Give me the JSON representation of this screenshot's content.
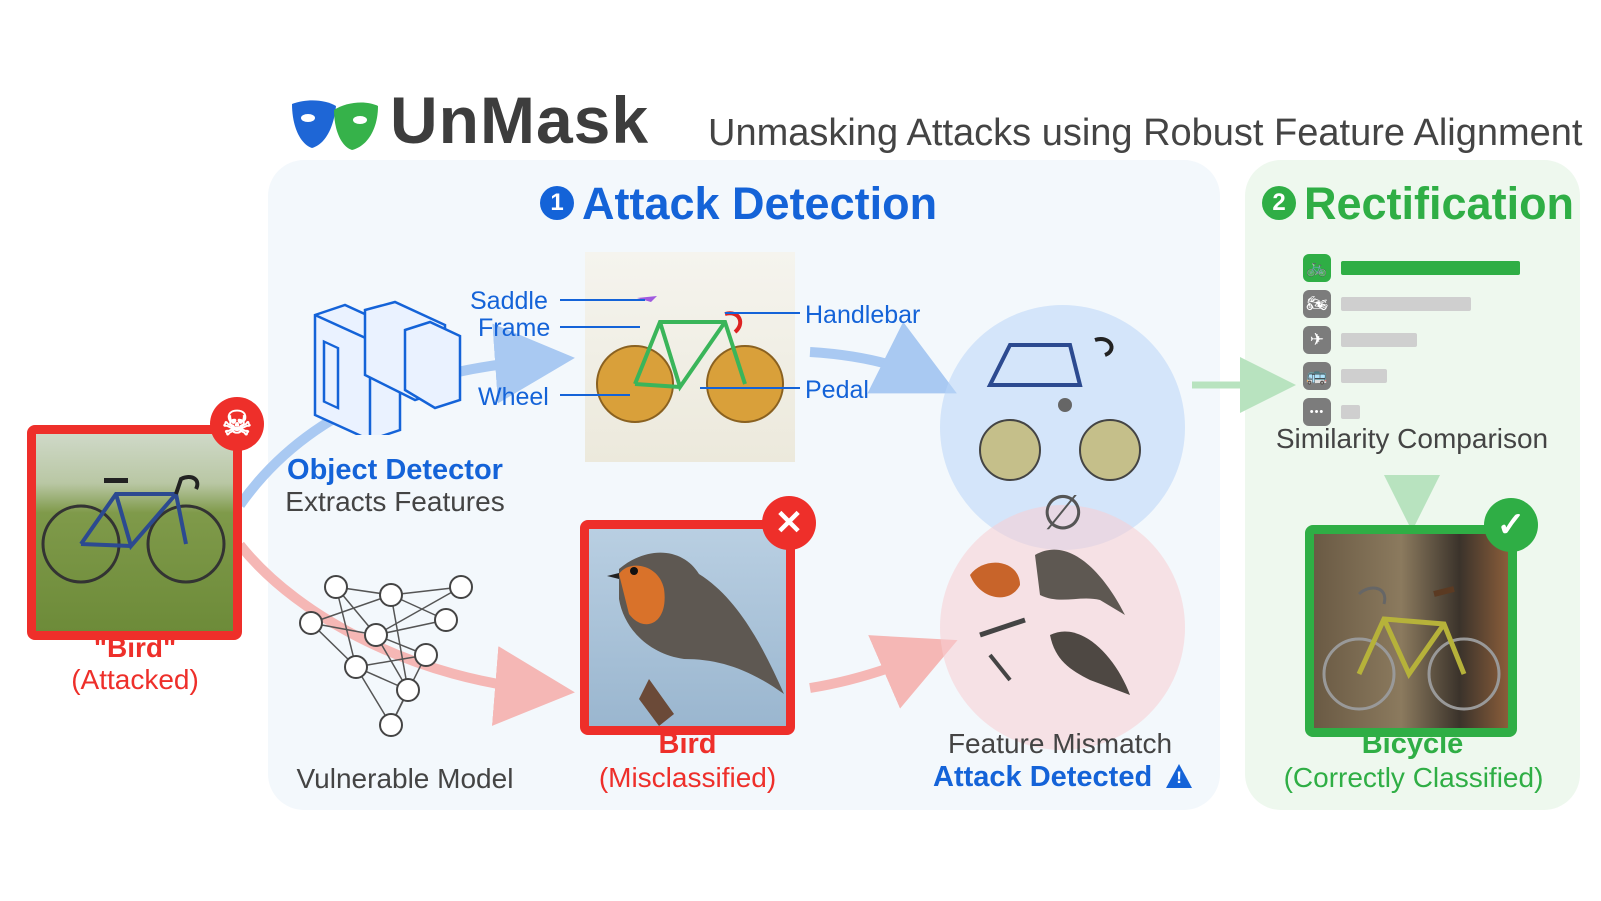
{
  "header": {
    "brand": "UnMask",
    "subtitle": "Unmasking Attacks using Robust Feature Alignment"
  },
  "sections": {
    "detection": {
      "number": "1",
      "title": "Attack Detection"
    },
    "rectification": {
      "number": "2",
      "title": "Rectification"
    }
  },
  "input": {
    "label": "\"Bird\"",
    "sublabel": "(Attacked)"
  },
  "detector": {
    "title": "Object Detector",
    "subtitle": "Extracts Features"
  },
  "features": {
    "saddle": "Saddle",
    "frame": "Frame",
    "wheel": "Wheel",
    "handlebar": "Handlebar",
    "pedal": "Pedal"
  },
  "model": {
    "label": "Vulnerable Model"
  },
  "prediction": {
    "label": "Bird",
    "sublabel": "(Misclassified)"
  },
  "mismatch": {
    "label": "Feature Mismatch",
    "result": "Attack Detected",
    "symbol": "∅"
  },
  "similarity": {
    "label": "Similarity Comparison",
    "classes": [
      {
        "icon": "bicycle-icon",
        "glyph": "🚲",
        "score": 0.85,
        "highlight": true
      },
      {
        "icon": "motorcycle-icon",
        "glyph": "🏍",
        "score": 0.62,
        "highlight": false
      },
      {
        "icon": "airplane-icon",
        "glyph": "✈",
        "score": 0.36,
        "highlight": false
      },
      {
        "icon": "bus-icon",
        "glyph": "🚌",
        "score": 0.22,
        "highlight": false
      },
      {
        "icon": "more-icon",
        "glyph": "•••",
        "score": 0.09,
        "highlight": false
      }
    ]
  },
  "output": {
    "label": "Bicycle",
    "sublabel": "(Correctly Classified)"
  },
  "colors": {
    "blue": "#1463d8",
    "green": "#2fae45",
    "red": "#ee2f2a",
    "grey_bar": "#cfcfcf"
  }
}
